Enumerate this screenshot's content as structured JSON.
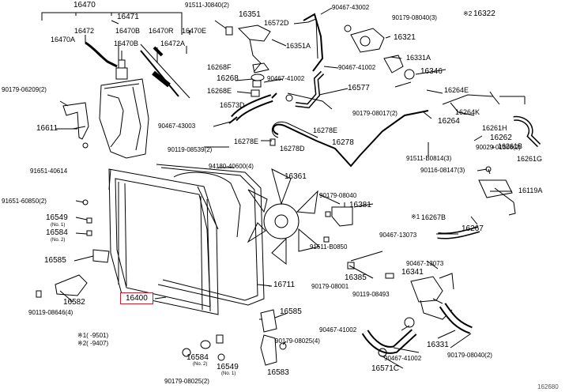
{
  "highlight_color": "#b0283a",
  "highlighted_part": "16400",
  "callouts": {
    "c16470": "16470",
    "c16471": "16471",
    "c16472": "16472",
    "c16470a": "16470A",
    "c16470b_top": "16470B",
    "c16470r": "16470R",
    "c16470e": "16470E",
    "c16470b_mid": "16470B",
    "c16472a": "16472A",
    "c90179_06209": "90179-06209(2)",
    "c16611": "16611",
    "c91651_40614": "91651-40614",
    "c91651_60850": "91651-60850(2)",
    "c16549_l": "16549",
    "c16584_l": "16584",
    "c16585_l": "16585",
    "c16582": "16582",
    "c90119_08646": "90119-08646(4)",
    "c91511_j0840": "91511-J0840(2)",
    "c16351": "16351",
    "c16572d": "16572D",
    "c90467_43002": "90467-43002",
    "c90179_08040_3": "90179-08040(3)",
    "c16322": "16322",
    "c16321": "16321",
    "c16351a": "16351A",
    "c16331a": "16331A",
    "c90467_41002_a": "90467-41002",
    "c16346": "16346",
    "c16268f": "16268F",
    "c16268": "16268",
    "c90467_41002_b": "90467-41002",
    "c16268e": "16268E",
    "c16577": "16577",
    "c16264e": "16264E",
    "c16264k": "16264K",
    "c16573d": "16573D",
    "c90179_08017": "90179-08017(2)",
    "c16264": "16264",
    "c16261h": "16261H",
    "c90467_43003": "90467-43003",
    "c16278e_r": "16278E",
    "c16262": "16262",
    "c16261b": "16261B",
    "c16278e_l": "16278E",
    "c16278d": "16278D",
    "c16278": "16278",
    "c90029_01306": "90029-01306(2)",
    "c90119_08539": "90119-08539(2)",
    "c91511_b0814": "91511-B0814(3)",
    "c16261g": "16261G",
    "c94180_40600": "94180-40600(4)",
    "c90116_08147": "90116-08147(3)",
    "c16361": "16361",
    "c16119a": "16119A",
    "c90179_08040": "90179-08040",
    "c16381": "16381",
    "c16267b": "16267B",
    "c16267": "16267",
    "c90467_13073_a": "90467-13073",
    "c91511_b0850": "91511-B0850",
    "c90467_13073_b": "90467-13073",
    "c16385": "16385",
    "c16341": "16341",
    "c90179_08001": "90179-08001",
    "c90119_08493": "90119-08493",
    "c16711": "16711",
    "c16585_b": "16585",
    "c90467_41002_c": "90467-41002",
    "c90179_08025_4": "90179-08025(4)",
    "c16331": "16331",
    "c16583": "16583",
    "c16584_b": "16584",
    "c16549_b": "16549",
    "c90467_41002_d": "90467-41002",
    "c90179_08040_2": "90179-08040(2)",
    "c16571c": "16571C",
    "c90179_08025_2": "90179-08025(2)",
    "fig_number": "162680"
  },
  "notes": {
    "star1": "※1(   -9501)",
    "star2": "※2(   -9407)",
    "star_16322": "※2",
    "star_16267b": "※1",
    "no1_a": "(No. 1)",
    "no2_a": "(No. 2)",
    "no1_b": "(No. 1)",
    "no2_b": "(No. 2)"
  }
}
